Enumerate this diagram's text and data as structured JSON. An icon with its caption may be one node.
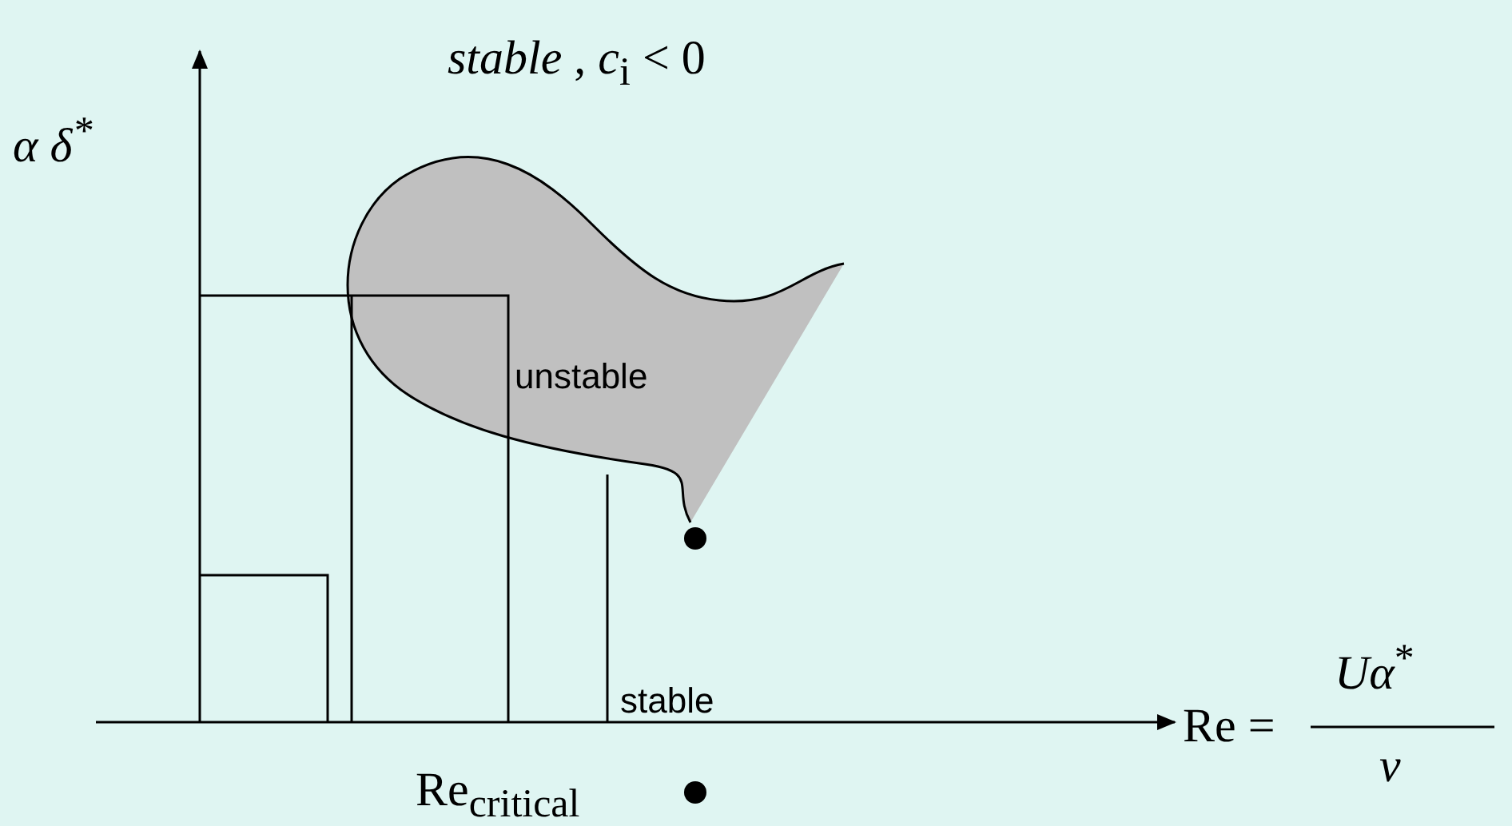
{
  "diagram": {
    "labels": [
      "α δ$^{*}$",
      "*stable* , *c*$_{i}$ < 0",
      "unstable",
      "stable",
      "Re =",
      "*Uα*$^{*}$",
      "*ν*",
      "Re$_{critical}$"
    ]
  }
}
